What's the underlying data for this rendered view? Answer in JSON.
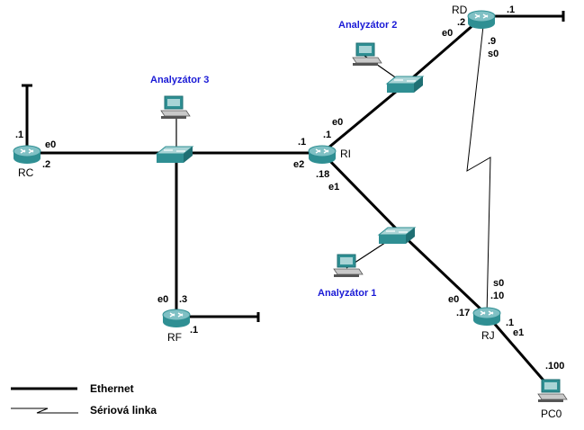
{
  "colors": {
    "link": "#000000",
    "device_teal": "#2f8f93",
    "device_light": "#a9d4d6",
    "analyzer_label": "#1a1ad6"
  },
  "routers": {
    "rc": {
      "name": "RC",
      "icon": "router-icon"
    },
    "rd": {
      "name": "RD",
      "icon": "router-icon"
    },
    "ri": {
      "name": "RI",
      "icon": "router-icon"
    },
    "rf": {
      "name": "RF",
      "icon": "router-icon"
    },
    "rj": {
      "name": "RJ",
      "icon": "router-icon"
    }
  },
  "switches": {
    "sw_left": {
      "icon": "switch-icon"
    },
    "sw_top": {
      "icon": "switch-icon"
    },
    "sw_mid": {
      "icon": "switch-icon"
    }
  },
  "hosts": {
    "analyzer1": {
      "name": "Analyzátor 1",
      "icon": "pc-icon"
    },
    "analyzer2": {
      "name": "Analyzátor 2",
      "icon": "pc-icon"
    },
    "analyzer3": {
      "name": "Analyzátor 3",
      "icon": "pc-icon"
    },
    "pc0": {
      "name": "PC0",
      "icon": "pc-icon"
    }
  },
  "labels": {
    "rc_top": ".1",
    "rc_e0": "e0",
    "rc_2": ".2",
    "rd_1": ".1",
    "rd_2": ".2",
    "rd_e0": "e0",
    "rd_9": ".9",
    "rd_s0": "s0",
    "ri_e0": "e0",
    "ri_1a": ".1",
    "ri_1b": ".1",
    "ri_e2": "e2",
    "ri_18": ".18",
    "ri_e1": "e1",
    "rf_e0": "e0",
    "rf_3": ".3",
    "rf_1": ".1",
    "rj_s0": "s0",
    "rj_10": ".10",
    "rj_e0": "e0",
    "rj_17": ".17",
    "rj_1": ".1",
    "rj_e1": "e1",
    "pc0_100": ".100"
  },
  "legend": {
    "ethernet": "Ethernet",
    "serial": "Sériová linka"
  }
}
